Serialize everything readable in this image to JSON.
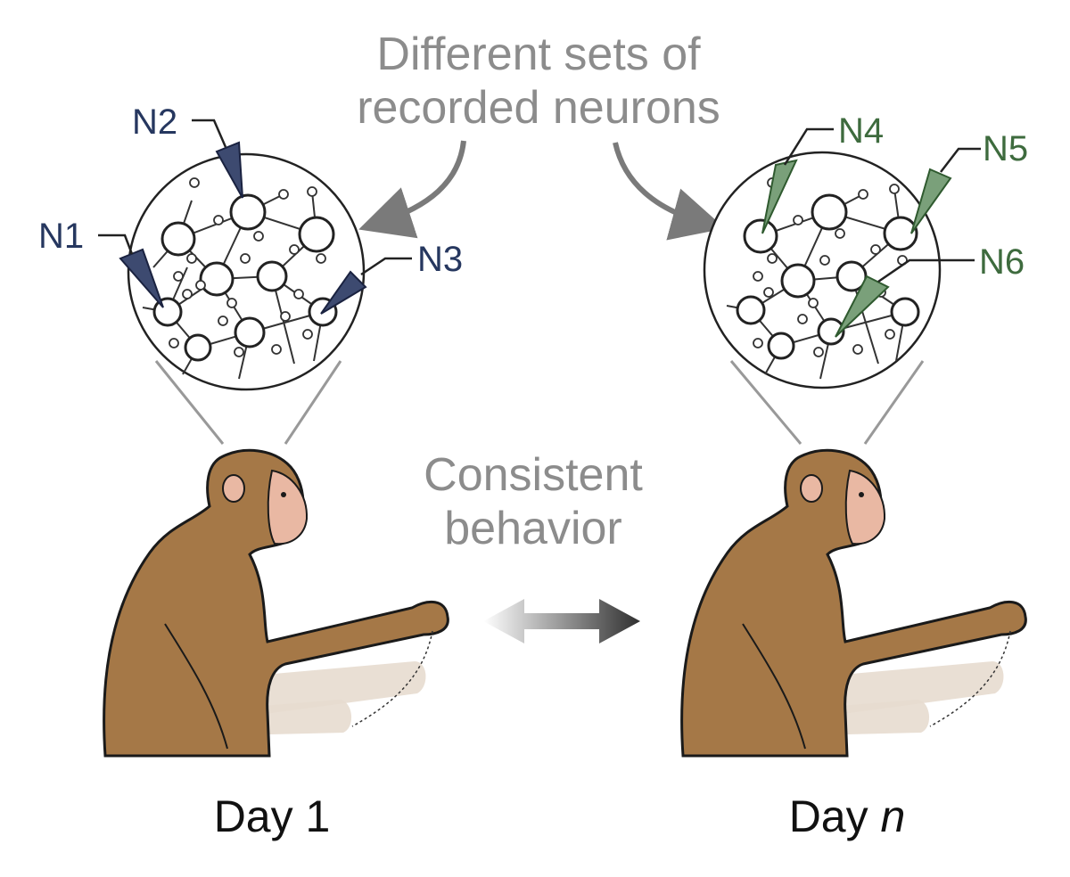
{
  "header": {
    "line1": "Different sets of",
    "line2": "recorded neurons"
  },
  "center": {
    "line1": "Consistent",
    "line2": "behavior"
  },
  "left_panel": {
    "probe_color": "#3d4a70",
    "label_color": "#26375f",
    "neurons": [
      "N1",
      "N2",
      "N3"
    ],
    "day_label": "Day 1"
  },
  "right_panel": {
    "probe_color": "#7aa07a",
    "label_color": "#3e6b3e",
    "neurons": [
      "N4",
      "N5",
      "N6"
    ],
    "day_label_prefix": "Day ",
    "day_label_var": "n"
  },
  "colors": {
    "annotation_text": "#8c8c8c",
    "arrow": "#7a7a7a",
    "monkey_fur": "#a57847",
    "monkey_fur_dark": "#8e6337",
    "monkey_face": "#e9b8a3",
    "ghost_arm": "#e7dccf"
  }
}
